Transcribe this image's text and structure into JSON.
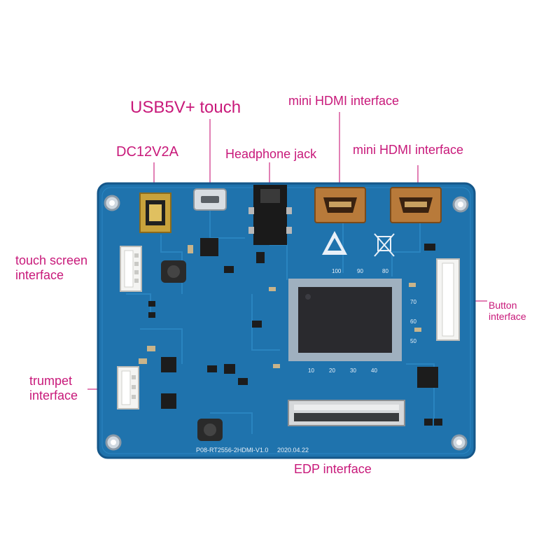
{
  "labels": {
    "usb": "USB5V+ touch",
    "dc": "DC12V2A",
    "headphone": "Headphone jack",
    "hdmi_1": "mini HDMI interface",
    "hdmi_2": "mini HDMI interface",
    "touch_line1": "touch screen",
    "touch_line2": "interface",
    "trumpet_line1": "trumpet",
    "trumpet_line2": "interface",
    "button_line1": "Button",
    "button_line2": "interface",
    "edp": "EDP interface"
  },
  "silkscreen": {
    "board_id": "P08-RT2556-2HDMI-V1.0",
    "date": "2020.04.22",
    "pin_numbers": [
      "10",
      "20",
      "30",
      "40",
      "50",
      "60",
      "70",
      "80",
      "90",
      "100"
    ]
  },
  "colors": {
    "label": "#c8197a",
    "board": "#1f73ad",
    "board_edge": "#15578a",
    "leader": "#d8559c"
  }
}
